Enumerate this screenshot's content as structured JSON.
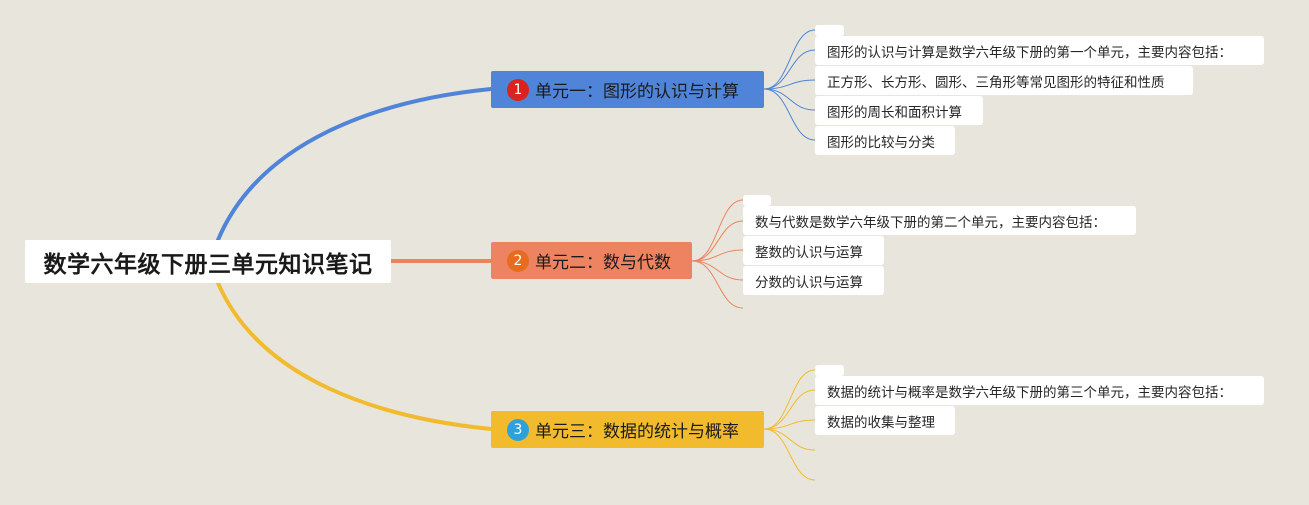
{
  "root": {
    "title": "数学六年级下册三单元知识笔记"
  },
  "units": [
    {
      "number": "1",
      "title": "单元一：图形的认识与计算",
      "color": "#4f84d8",
      "items": [
        "图形的认识与计算是数学六年级下册的第一个单元，主要内容包括：",
        "正方形、长方形、圆形、三角形等常见图形的特征和性质",
        "图形的周长和面积计算",
        "图形的比较与分类"
      ]
    },
    {
      "number": "2",
      "title": "单元二：数与代数",
      "color": "#ed8360",
      "items": [
        "数与代数是数学六年级下册的第二个单元，主要内容包括：",
        "整数的认识与运算",
        "分数的认识与运算"
      ]
    },
    {
      "number": "3",
      "title": "单元三：数据的统计与概率",
      "color": "#f1bb2d",
      "items": [
        "数据的统计与概率是数学六年级下册的第三个单元，主要内容包括：",
        "数据的收集与整理"
      ]
    }
  ]
}
